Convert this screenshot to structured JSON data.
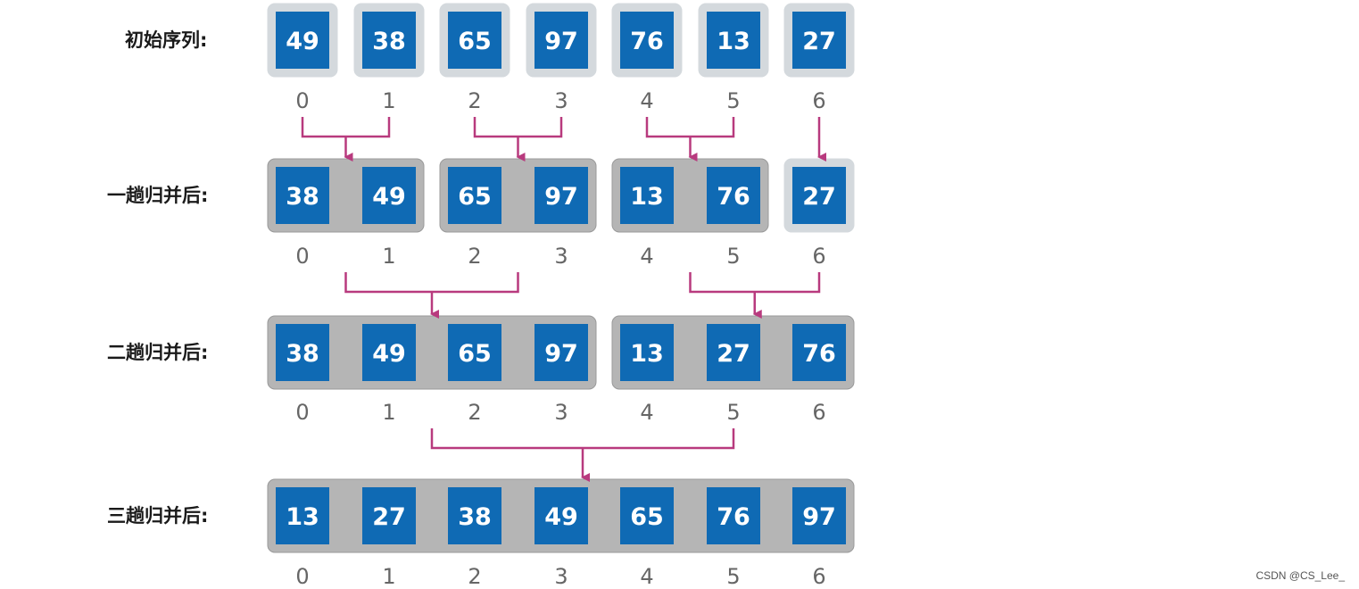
{
  "colors": {
    "cell_fill": "#0f6ab4",
    "cell_text": "#ffffff",
    "group_fill": "#b5b5b5",
    "group_border": "#d4d9dd",
    "arrow": "#b83a7e",
    "index_text": "#666666"
  },
  "rows": [
    {
      "label": "初始序列:",
      "values": [
        "49",
        "38",
        "65",
        "97",
        "76",
        "13",
        "27"
      ],
      "indices": [
        "0",
        "1",
        "2",
        "3",
        "4",
        "5",
        "6"
      ],
      "groups": [
        [
          0,
          0
        ],
        [
          1,
          1
        ],
        [
          2,
          2
        ],
        [
          3,
          3
        ],
        [
          4,
          4
        ],
        [
          5,
          5
        ],
        [
          6,
          6
        ]
      ]
    },
    {
      "label": "一趟归并后:",
      "values": [
        "38",
        "49",
        "65",
        "97",
        "13",
        "76",
        "27"
      ],
      "indices": [
        "0",
        "1",
        "2",
        "3",
        "4",
        "5",
        "6"
      ],
      "groups": [
        [
          0,
          1
        ],
        [
          2,
          3
        ],
        [
          4,
          5
        ],
        [
          6,
          6
        ]
      ]
    },
    {
      "label": "二趟归并后:",
      "values": [
        "38",
        "49",
        "65",
        "97",
        "13",
        "27",
        "76"
      ],
      "indices": [
        "0",
        "1",
        "2",
        "3",
        "4",
        "5",
        "6"
      ],
      "groups": [
        [
          0,
          3
        ],
        [
          4,
          6
        ]
      ]
    },
    {
      "label": "三趟归并后:",
      "values": [
        "13",
        "27",
        "38",
        "49",
        "65",
        "76",
        "97"
      ],
      "indices": [
        "0",
        "1",
        "2",
        "3",
        "4",
        "5",
        "6"
      ],
      "groups": [
        [
          0,
          6
        ]
      ]
    }
  ],
  "merges": [
    {
      "to_row": 1,
      "from": [
        0,
        1
      ]
    },
    {
      "to_row": 1,
      "from": [
        2,
        3
      ]
    },
    {
      "to_row": 1,
      "from": [
        4,
        5
      ]
    },
    {
      "to_row": 1,
      "from": [
        6,
        6
      ]
    },
    {
      "to_row": 2,
      "from": [
        0.5,
        2.5
      ]
    },
    {
      "to_row": 2,
      "from": [
        4.5,
        6
      ]
    },
    {
      "to_row": 3,
      "from": [
        1.5,
        5
      ]
    }
  ],
  "footer_credit": "CSDN @CS_Lee_"
}
